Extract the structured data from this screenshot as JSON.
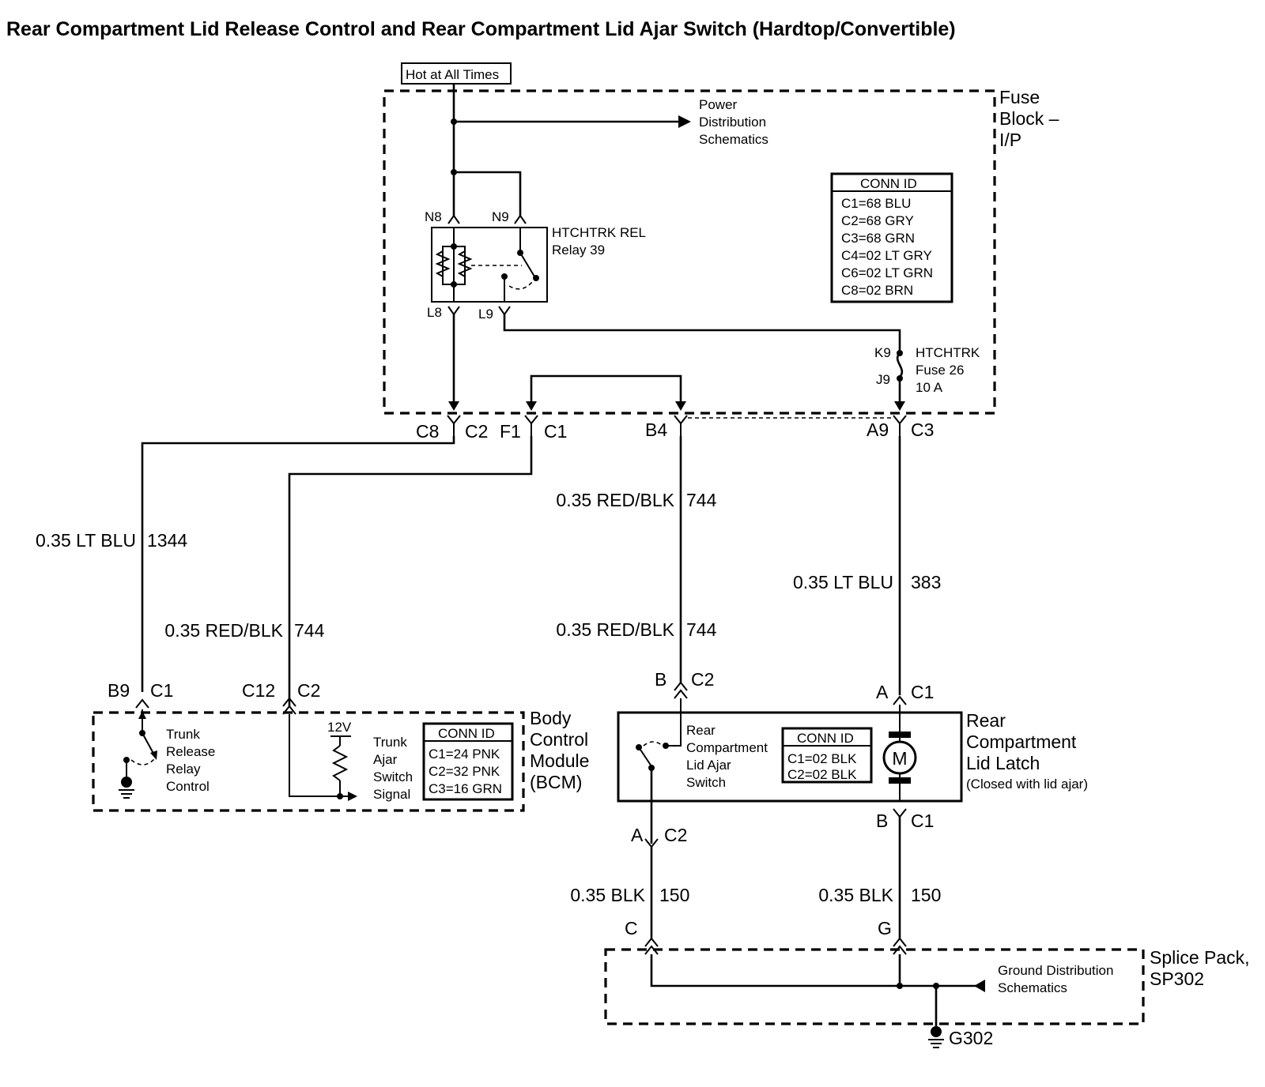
{
  "title": "Rear Compartment Lid Release Control and Rear Compartment Lid Ajar Switch (Hardtop/Convertible)",
  "hot_label": "Hot at All Times",
  "fuse_block": {
    "name": [
      "Fuse",
      "Block –",
      "I/P"
    ],
    "power_dist": [
      "Power",
      "Distribution",
      "Schematics"
    ],
    "relay_name": [
      "HTCHTRK REL",
      "Relay 39"
    ],
    "relay_pins": {
      "n8": "N8",
      "n9": "N9",
      "l8": "L8",
      "l9": "L9"
    },
    "fuse_name": [
      "HTCHTRK",
      "Fuse 26",
      "10 A"
    ],
    "fuse_pins": {
      "k9": "K9",
      "j9": "J9"
    },
    "conn_id": {
      "title": "CONN ID",
      "rows": [
        "C1=68 BLU",
        "C2=68 GRY",
        "C3=68 GRN",
        "C4=02 LT GRY",
        "C6=02 LT GRN",
        "C8=02 BRN"
      ]
    },
    "bottom_pins": {
      "c8": "C8",
      "c2": "C2",
      "f1": "F1",
      "c1": "C1",
      "b4": "B4",
      "a9": "A9",
      "c3": "C3"
    }
  },
  "wires": {
    "w1344": {
      "color": "0.35 LT BLU",
      "circuit": "1344"
    },
    "w744_left": {
      "color": "0.35 RED/BLK",
      "circuit": "744"
    },
    "w744_mid_top": {
      "color": "0.35 RED/BLK",
      "circuit": "744"
    },
    "w744_mid_low": {
      "color": "0.35 RED/BLK",
      "circuit": "744"
    },
    "w383": {
      "color": "0.35 LT BLU",
      "circuit": "383"
    },
    "w150_left": {
      "color": "0.35 BLK",
      "circuit": "150"
    },
    "w150_right": {
      "color": "0.35 BLK",
      "circuit": "150"
    }
  },
  "bcm": {
    "name": [
      "Body",
      "Control",
      "Module",
      "(BCM)"
    ],
    "pin_b9": "B9",
    "conn_c1": "C1",
    "pin_c12": "C12",
    "conn_c2": "C2",
    "relay_control": [
      "Trunk",
      "Release",
      "Relay",
      "Control"
    ],
    "voltage": "12V",
    "ajar_signal": [
      "Trunk",
      "Ajar",
      "Switch",
      "Signal"
    ],
    "conn_id": {
      "title": "CONN ID",
      "rows": [
        "C1=24 PNK",
        "C2=32 PNK",
        "C3=16 GRN"
      ]
    }
  },
  "latch": {
    "name": [
      "Rear",
      "Compartment",
      "Lid Latch"
    ],
    "note": "(Closed with lid ajar)",
    "switch_label": [
      "Rear",
      "Compartment",
      "Lid Ajar",
      "Switch"
    ],
    "motor_symbol": "M",
    "conn_id": {
      "title": "CONN ID",
      "rows": [
        "C1=02 BLK",
        "C2=02 BLK"
      ]
    },
    "pins": {
      "b_top": "B",
      "c2_top": "C2",
      "a_top": "A",
      "c1_top": "C1",
      "a_bottom": "A",
      "c2_bottom": "C2",
      "b_bottom": "B",
      "c1_bottom": "C1"
    }
  },
  "splice": {
    "name": [
      "Splice Pack,",
      "SP302"
    ],
    "pin_c": "C",
    "pin_g": "G",
    "ground_dist": [
      "Ground Distribution",
      "Schematics"
    ],
    "ground": "G302"
  }
}
